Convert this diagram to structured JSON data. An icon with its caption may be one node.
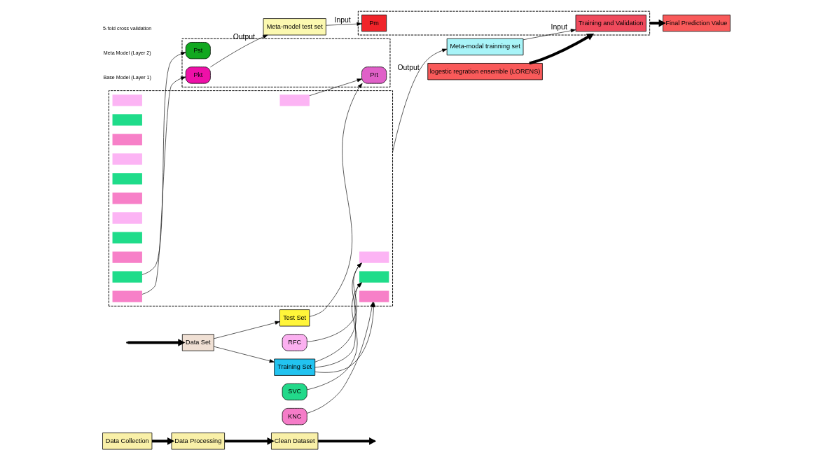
{
  "diagram": {
    "nodes": [
      {
        "text": [
          "Data Collection"
        ]
      },
      {
        "text": [
          "Data Processing"
        ]
      },
      {
        "text": [
          "Clean Dataset"
        ]
      },
      {
        "text": [
          "RFC"
        ]
      },
      {
        "text": [
          "SVC"
        ]
      },
      {
        "text": [
          "KNC"
        ]
      },
      {
        "text": [
          "logestic regration ensemble (LORENS)"
        ]
      },
      {
        "text": [
          "Training Set"
        ]
      },
      {
        "text": [],
        "shape": "box"
      },
      {
        "text": [],
        "shape": "box",
        "in": 8
      },
      {
        "text": [],
        "shape": "box",
        "in": 8
      },
      {
        "text": [],
        "shape": "box",
        "in": 8
      },
      {
        "text": [],
        "shape": "box",
        "in": 8
      },
      {
        "text": [],
        "shape": "box",
        "in": 8
      },
      {
        "text": [],
        "shape": "box",
        "in": 8
      },
      {
        "text": [],
        "shape": "box",
        "in": 8
      },
      {
        "text": [],
        "shape": "box",
        "in": 8
      },
      {
        "text": [],
        "shape": "box",
        "in": 8
      },
      {
        "text": [],
        "shape": "box",
        "in": 8
      },
      {
        "text": [],
        "shape": "box",
        "in": 8
      },
      {
        "text": [],
        "shape": "box",
        "in": 8
      },
      {
        "text": [],
        "shape": "box",
        "in": 8
      },
      {
        "text": [],
        "shape": "box",
        "in": 8
      },
      {
        "text": [],
        "shape": "box",
        "in": 8
      },
      {
        "text": [
          "Meta-modal trainning set"
        ]
      },
      {
        "text": [],
        "shape": "box"
      },
      {
        "text": [
          "Training and Validation"
        ],
        "in": 25
      },
      {
        "text": [
          "Data Set"
        ]
      },
      {
        "text": [
          "Final Prediction Value"
        ]
      },
      {
        "text": [
          "Test Set"
        ]
      },
      {
        "text": [],
        "shape": "box"
      },
      {
        "text": [
          "Prt"
        ],
        "in": 30
      },
      {
        "text": [
          "Pst"
        ],
        "in": 30
      },
      {
        "text": [
          "Pkt"
        ],
        "in": 30
      },
      {
        "text": [
          "Meta-model test set"
        ]
      },
      {
        "text": [
          "Pm"
        ],
        "in": 25
      }
    ],
    "edges": [
      {
        "from": 0,
        "to": 1,
        "arrow": "to",
        "style": "thick"
      },
      {
        "from": 1,
        "to": 2,
        "arrow": "to",
        "style": "thick"
      },
      {
        "from": 2,
        "to": null,
        "arrow": "to",
        "style": "thick"
      },
      {
        "from": null,
        "to": 27,
        "arrow": "to",
        "style": "thick"
      },
      {
        "from": 27,
        "to": 7,
        "arrow": "to"
      },
      {
        "from": 27,
        "to": 29,
        "arrow": "to"
      },
      {
        "from": 3,
        "to": 9,
        "arrow": "to"
      },
      {
        "from": 4,
        "to": 10,
        "arrow": "to"
      },
      {
        "from": 5,
        "to": 11,
        "arrow": "to"
      },
      {
        "from": 7,
        "to": 9,
        "arrow": "to"
      },
      {
        "from": 7,
        "to": 10,
        "arrow": "to"
      },
      {
        "from": 7,
        "to": 11,
        "arrow": "to"
      },
      {
        "from": 21,
        "to": 31,
        "arrow": "to"
      },
      {
        "from": 22,
        "to": 32,
        "arrow": "to"
      },
      {
        "from": 23,
        "to": 33,
        "arrow": "to"
      },
      {
        "from": 29,
        "to": 31,
        "arrow": "to"
      },
      {
        "from": 8,
        "to": 24,
        "arrow": "to",
        "label": "Output"
      },
      {
        "from": 33,
        "to": 34,
        "arrow": "to",
        "label": "Output"
      },
      {
        "from": 24,
        "to": 26,
        "arrow": "to",
        "label": "Input"
      },
      {
        "from": 34,
        "to": 35,
        "arrow": "to",
        "label": "Input"
      },
      {
        "from": 6,
        "to": 25,
        "arrow": "to",
        "style": "thick"
      },
      {
        "from": 25,
        "to": 28,
        "arrow": "to",
        "style": "thick"
      }
    ],
    "labels": [
      "Base Model (Layer 1)",
      "Meta Model (Layer 2)",
      "5-fold cross validation"
    ]
  }
}
